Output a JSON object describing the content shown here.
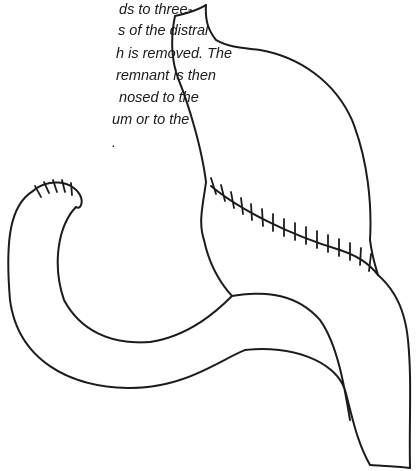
{
  "caption": {
    "lines": [
      "ds to three-",
      "s of the distral",
      "h is removed. The",
      "remnant is then",
      "nosed to the",
      "um or to the",
      "."
    ]
  },
  "colors": {
    "ink": "#1b1b1b",
    "background": "#ffffff"
  },
  "illustration": {
    "parts": [
      "esophagus-segment",
      "gastric-remnant",
      "jejunal-loop",
      "anastomosis-sutures",
      "stump-sutures"
    ]
  }
}
